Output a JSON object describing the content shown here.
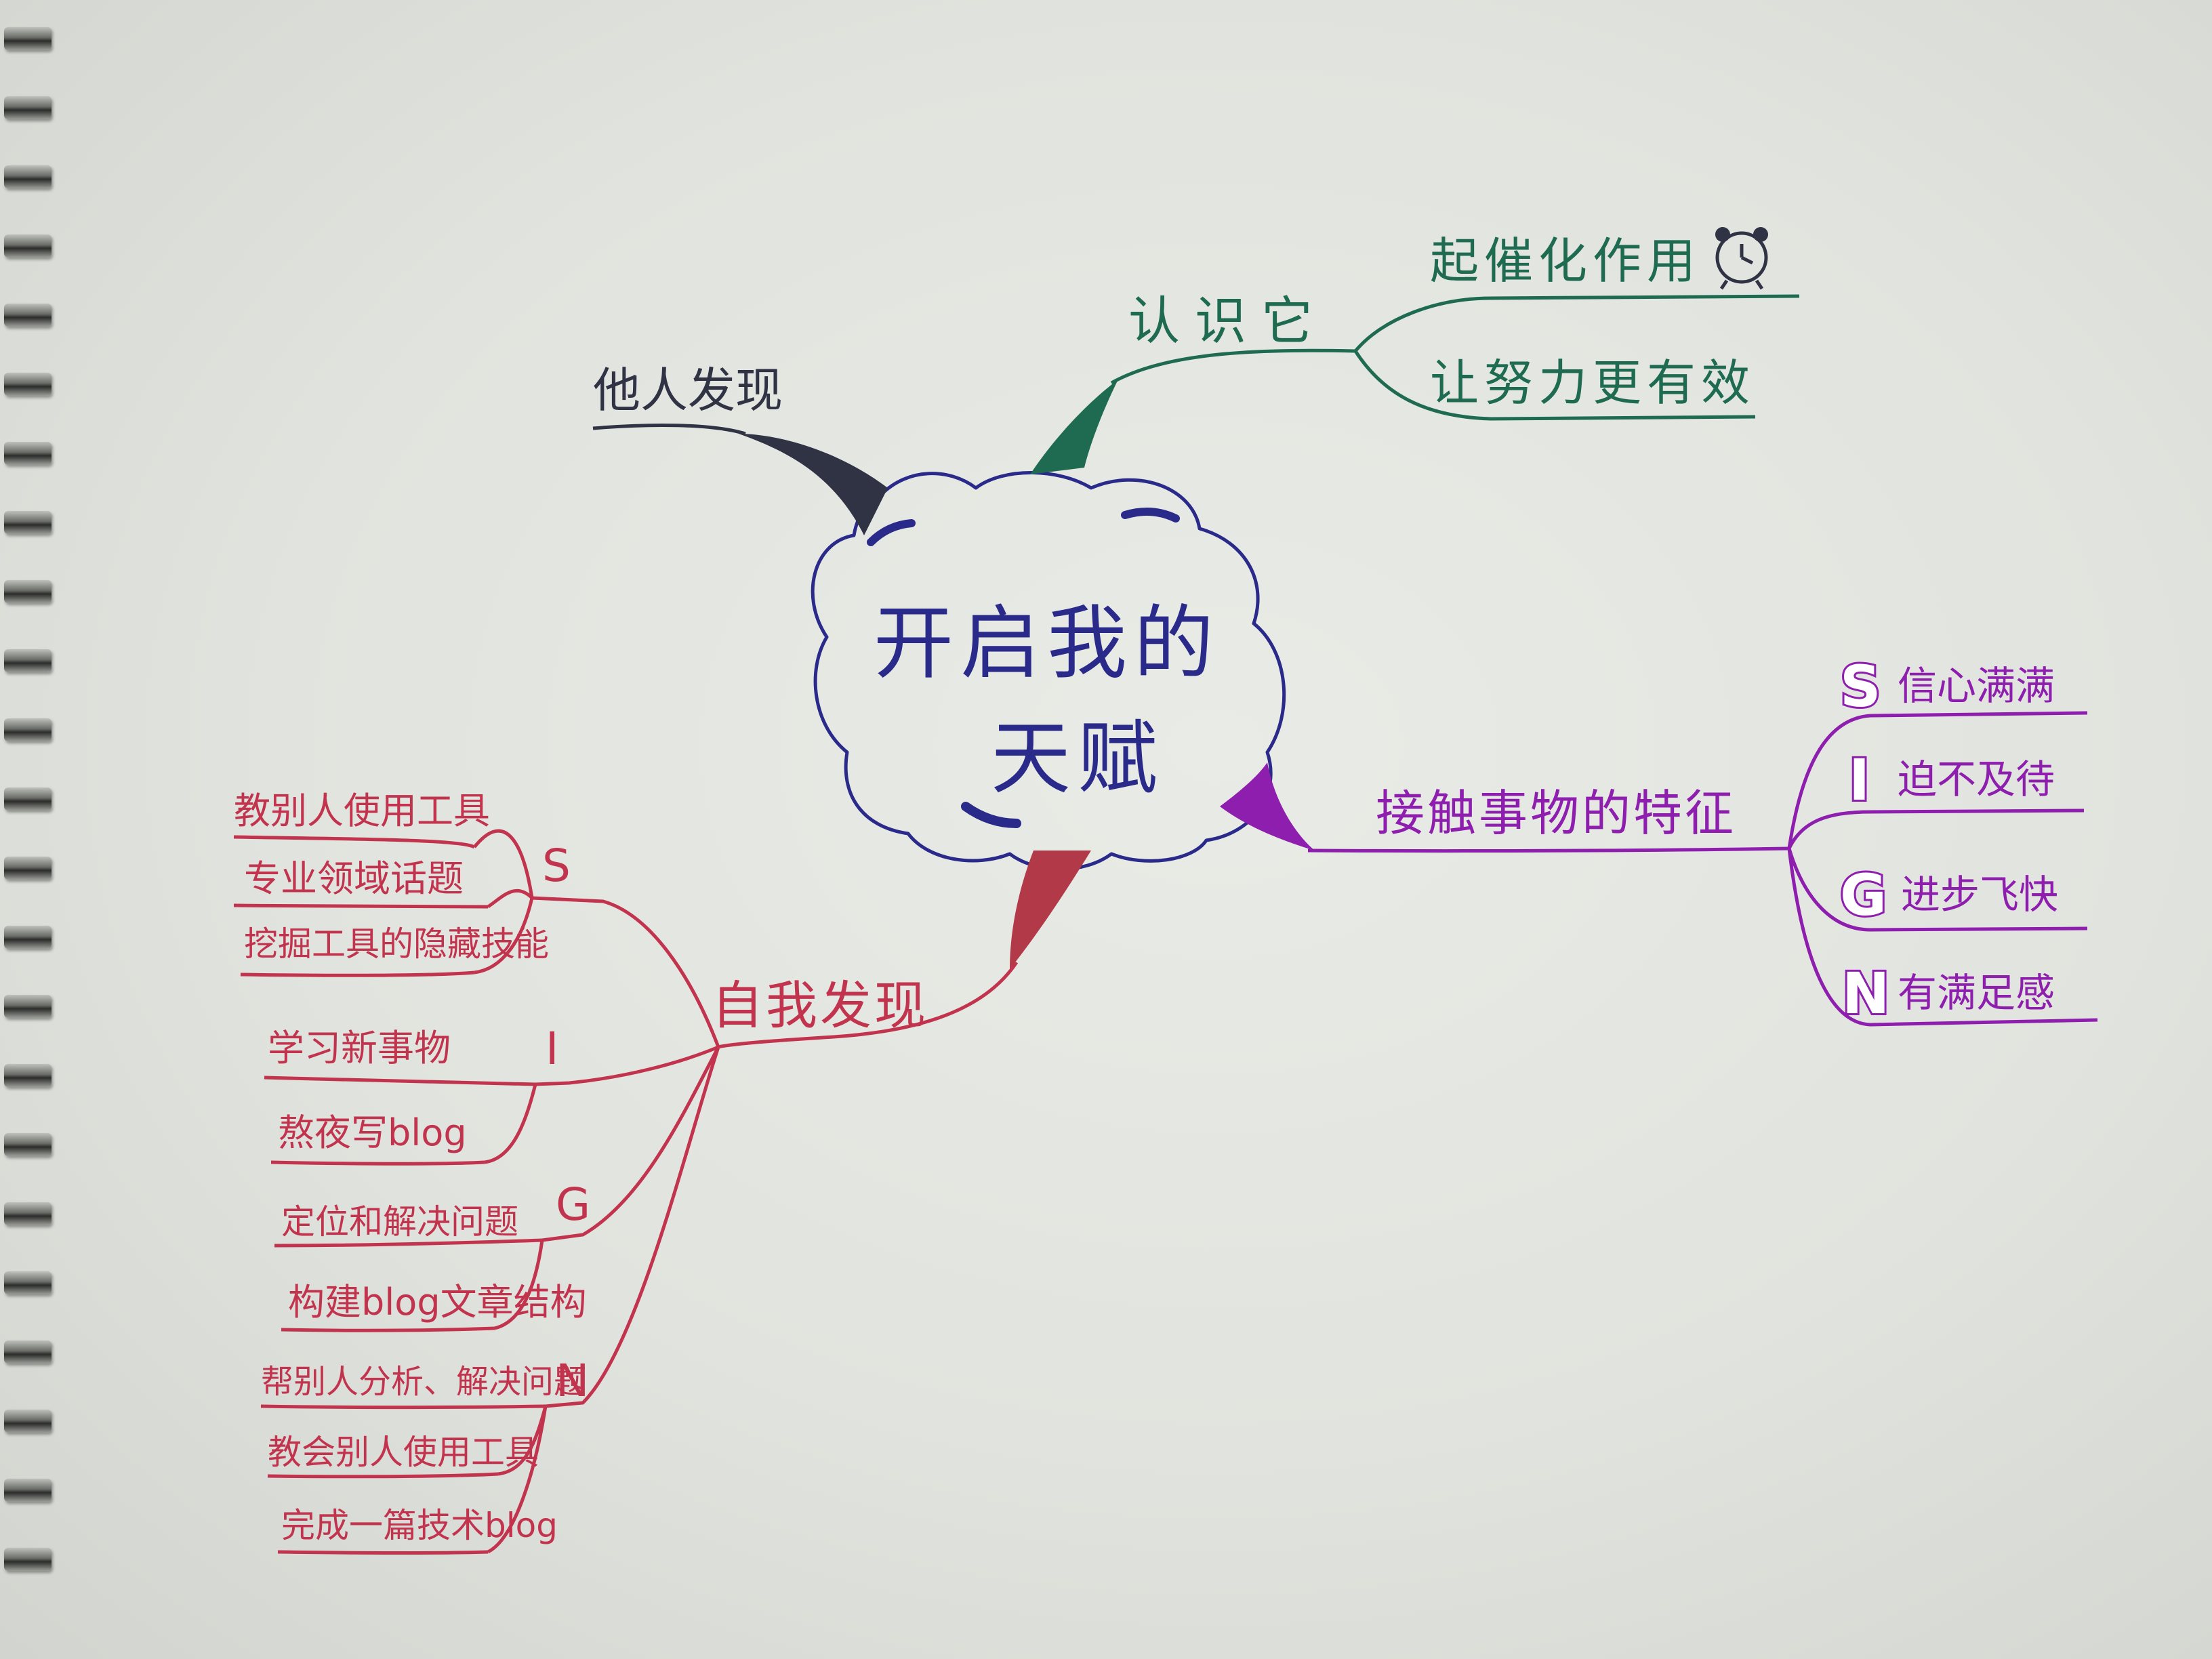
{
  "center": {
    "line1": "开启我的",
    "line2": "天赋"
  },
  "colors": {
    "center": "#2a2a8a",
    "others": "#2f3344",
    "recognize": "#1f6b52",
    "contact": "#8e1fae",
    "self": "#c2344e"
  },
  "branches": {
    "others": {
      "label": "他人发现"
    },
    "recognize": {
      "label": "认识它",
      "children": [
        "起催化作用",
        "让努力更有效"
      ],
      "icon": "alarm-clock-icon"
    },
    "contact": {
      "label": "接触事物的特征",
      "children": [
        {
          "letter": "S",
          "text": "信心满满"
        },
        {
          "letter": "I",
          "text": "迫不及待"
        },
        {
          "letter": "G",
          "text": "进步飞快"
        },
        {
          "letter": "N",
          "text": "有满足感"
        }
      ]
    },
    "self": {
      "label": "自我发现",
      "groups": [
        {
          "letter": "S",
          "items": [
            "教别人使用工具",
            "专业领域话题",
            "挖掘工具的隐藏技能"
          ]
        },
        {
          "letter": "I",
          "items": [
            "学习新事物",
            "熬夜写blog"
          ]
        },
        {
          "letter": "G",
          "items": [
            "定位和解决问题",
            "构建blog文章结构"
          ]
        },
        {
          "letter": "N",
          "items": [
            "帮别人分析、解决问题",
            "教会别人使用工具",
            "完成一篇技术blog"
          ]
        }
      ]
    }
  }
}
